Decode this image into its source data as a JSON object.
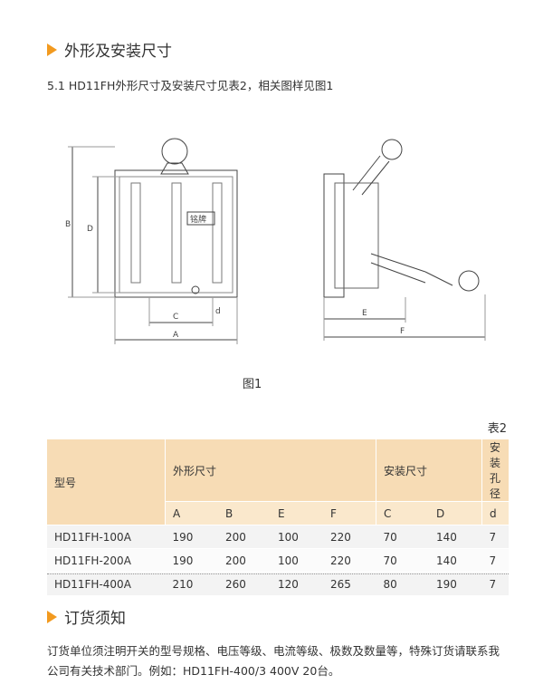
{
  "section1": {
    "title": "外形及安装尺寸"
  },
  "intro": "5.1 HD11FH外形尺寸及安装尺寸见表2，相关图样见图1",
  "figure": {
    "caption": "图1",
    "labels": {
      "A": "A",
      "B": "B",
      "C": "C",
      "D": "D",
      "E": "E",
      "F": "F",
      "d": "d",
      "nameplate": "铭牌"
    }
  },
  "table": {
    "number": "表2",
    "group_headers": {
      "model": "型号",
      "outline": "外形尺寸",
      "install": "安装尺寸",
      "hole": "安装孔径"
    },
    "sub_headers": [
      "A",
      "B",
      "E",
      "F",
      "C",
      "D",
      "d"
    ],
    "rows": [
      {
        "model": "HD11FH-100A",
        "values": [
          "190",
          "200",
          "100",
          "220",
          "70",
          "140",
          "7"
        ]
      },
      {
        "model": "HD11FH-200A",
        "values": [
          "190",
          "200",
          "100",
          "220",
          "70",
          "140",
          "7"
        ]
      },
      {
        "model": "HD11FH-400A",
        "values": [
          "210",
          "260",
          "120",
          "265",
          "80",
          "190",
          "7"
        ]
      }
    ]
  },
  "section2": {
    "title": "订货须知"
  },
  "order_text": "订货单位须注明开关的型号规格、电压等级、电流等级、极数及数量等，特殊订货请联系我公司有关技术部门。例如：HD11FH-400/3  400V   20台。",
  "colors": {
    "accent": "#f29a1f",
    "header_bg": "#f7dcb5"
  }
}
